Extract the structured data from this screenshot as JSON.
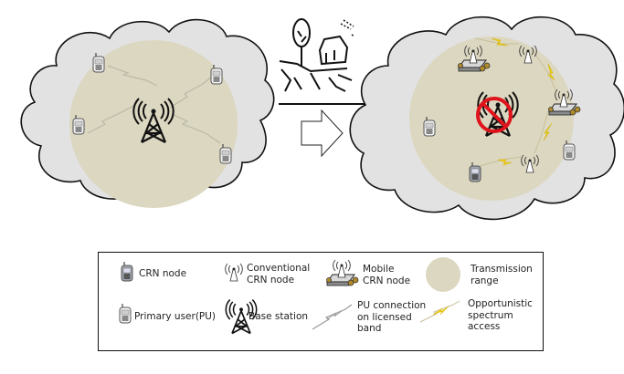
{
  "diagram": {
    "title": "Disaster transition: conventional network to cognitive radio network",
    "scenes": [
      {
        "name": "before-disaster",
        "elements": [
          "base station",
          "primary users (4)",
          "PU connections on licensed band (4)",
          "transmission range"
        ]
      },
      {
        "name": "after-disaster",
        "elements": [
          "disabled base station",
          "mobile CRN nodes (2)",
          "conventional CRN nodes (2)",
          "CRN node (1)",
          "primary users (2)",
          "opportunistic spectrum access links (4)",
          "transmission range"
        ]
      }
    ],
    "transition": {
      "icon": "disaster-house-icon",
      "arrow": "right-arrow-icon"
    }
  },
  "colors": {
    "cloud_fill": "#e2e2e2",
    "cloud_stroke": "#111111",
    "range_fill": "#dcd7c0",
    "pu_link": "#b9b9a9",
    "opportunistic_link": "#f2d21a",
    "no_sign": "#e0141c",
    "tower": "#111111"
  },
  "legend": {
    "items": [
      {
        "icon": "crn-node-icon",
        "label": "CRN node"
      },
      {
        "icon": "conventional-crn-node-icon",
        "label": "Conventional\nCRN node"
      },
      {
        "icon": "mobile-crn-node-icon",
        "label": "Mobile\nCRN node"
      },
      {
        "icon": "transmission-range-icon",
        "label": "Transmission\nrange"
      },
      {
        "icon": "primary-user-icon",
        "label": "Primary user(PU)"
      },
      {
        "icon": "base-station-icon",
        "label": "Base station"
      },
      {
        "icon": "pu-connection-icon",
        "label": "PU connection\non licensed\nband"
      },
      {
        "icon": "opportunistic-access-icon",
        "label": "Opportunistic\nspectrum\naccess"
      }
    ]
  }
}
